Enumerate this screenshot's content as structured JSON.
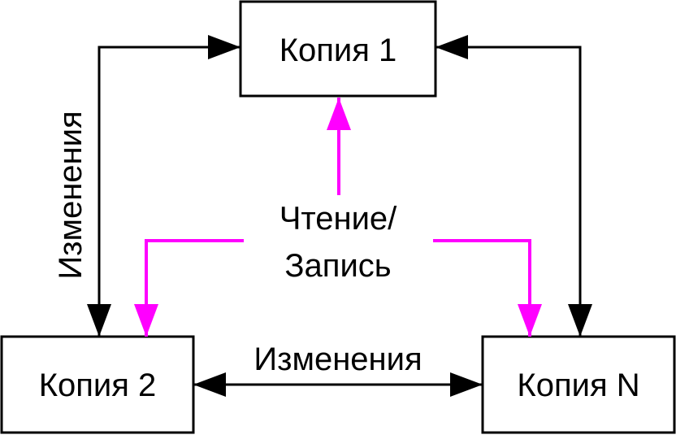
{
  "nodes": {
    "copy1": "Копия 1",
    "copy2": "Копия 2",
    "copyN": "Копия N"
  },
  "labels": {
    "changes_left": "Изменения",
    "changes_bottom": "Изменения",
    "readwrite_line1": "Чтение/",
    "readwrite_line2": "Запись"
  },
  "colors": {
    "line": "#000000",
    "readwrite": "#ff00ff"
  }
}
